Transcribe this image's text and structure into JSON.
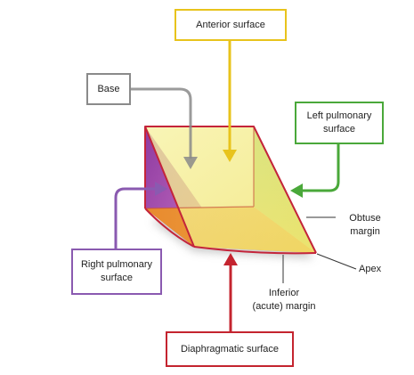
{
  "diagram": {
    "boxes": {
      "anterior": {
        "text": "Anterior surface",
        "color": "#e8c31c"
      },
      "base": {
        "text": "Base",
        "color": "#8a8a8a"
      },
      "left_pulmonary": {
        "text": "Left pulmonary\nsurface",
        "color": "#4aa83a"
      },
      "right_pulmonary": {
        "text": "Right pulmonary\nsurface",
        "color": "#8a5ab0"
      },
      "diaphragmatic": {
        "text": "Diaphragmatic surface",
        "color": "#c4242f"
      }
    },
    "labels": {
      "obtuse": "Obtuse\nmargin",
      "apex": "Apex",
      "inferior": "Inferior\n(acute) margin"
    },
    "colors": {
      "anterior_face": "#f4ec86",
      "left_face": "#a8d65a",
      "right_face": "#9a48a8",
      "inferior_face": "#ec9a3a",
      "edge": "#c4243a",
      "shadow": "#bdbdbd"
    }
  }
}
